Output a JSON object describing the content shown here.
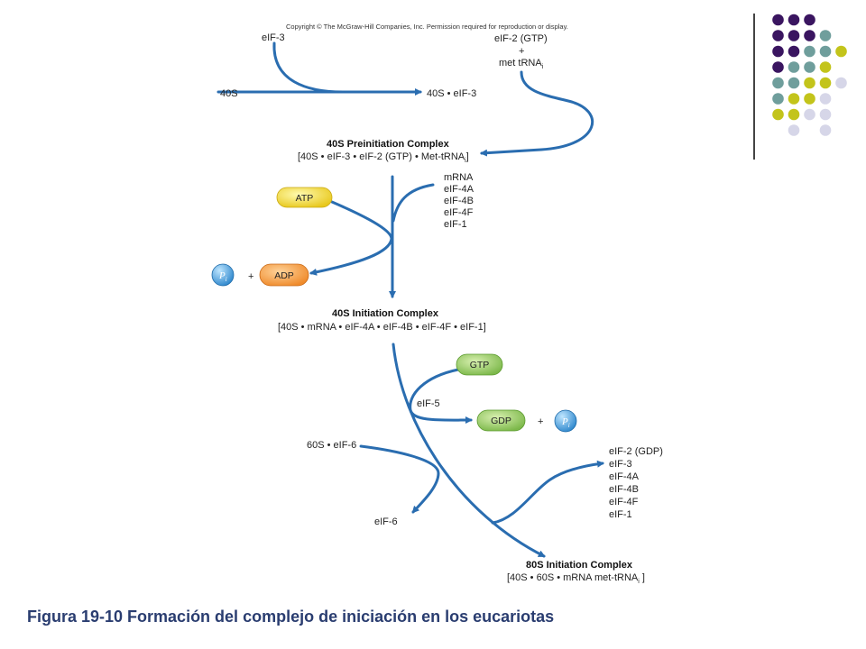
{
  "copyright": "Copyright © The McGraw-Hill Companies, Inc. Permission required for reproduction or display.",
  "labels": {
    "eif3_top": "eIF-3",
    "eif2_gtp": "eIF-2 (GTP)",
    "plus1": "+",
    "met_trna": "met tRNA",
    "met_trna_sub": "i",
    "s40": "40S",
    "s40_eif3": "40S • eIF-3",
    "preinit_title": "40S Preinitiation Complex",
    "preinit_formula": "[40S • eIF-3 • eIF-2 (GTP) • Met-tRNA",
    "preinit_sub": "i",
    "preinit_close": "]",
    "factors1": [
      "mRNA",
      "eIF-4A",
      "eIF-4B",
      "eIF-4F",
      "eIF-1"
    ],
    "atp": "ATP",
    "adp": "ADP",
    "pi1": "P",
    "pi1_sub": "i",
    "plus2": "+",
    "init_title": "40S Initiation Complex",
    "init_formula": "[40S • mRNA • eIF-4A • eIF-4B • eIF-4F • eIF-1]",
    "gtp": "GTP",
    "eif5": "eIF-5",
    "gdp": "GDP",
    "plus3": "+",
    "pi2": "P",
    "pi2_sub": "i",
    "s60_eif6": "60S • eIF-6",
    "eif6": "eIF-6",
    "factors2": [
      "eIF-2 (GDP)",
      "eIF-3",
      "eIF-4A",
      "eIF-4B",
      "eIF-4F",
      "eIF-1"
    ],
    "final_title": "80S Initiation Complex",
    "final_formula": "[40S • 60S • mRNA met-tRNA",
    "final_sub": "i",
    "final_close": " ]"
  },
  "caption": "Figura 19-10 Formación del complejo de iniciación en los eucariotas",
  "colors": {
    "arrow": "#2a6db0",
    "caption": "#2a3d70",
    "purple": "#3a1560",
    "teal": "#6f9e9c",
    "olive": "#c3c41b",
    "lavender": "#d6d6e8"
  }
}
